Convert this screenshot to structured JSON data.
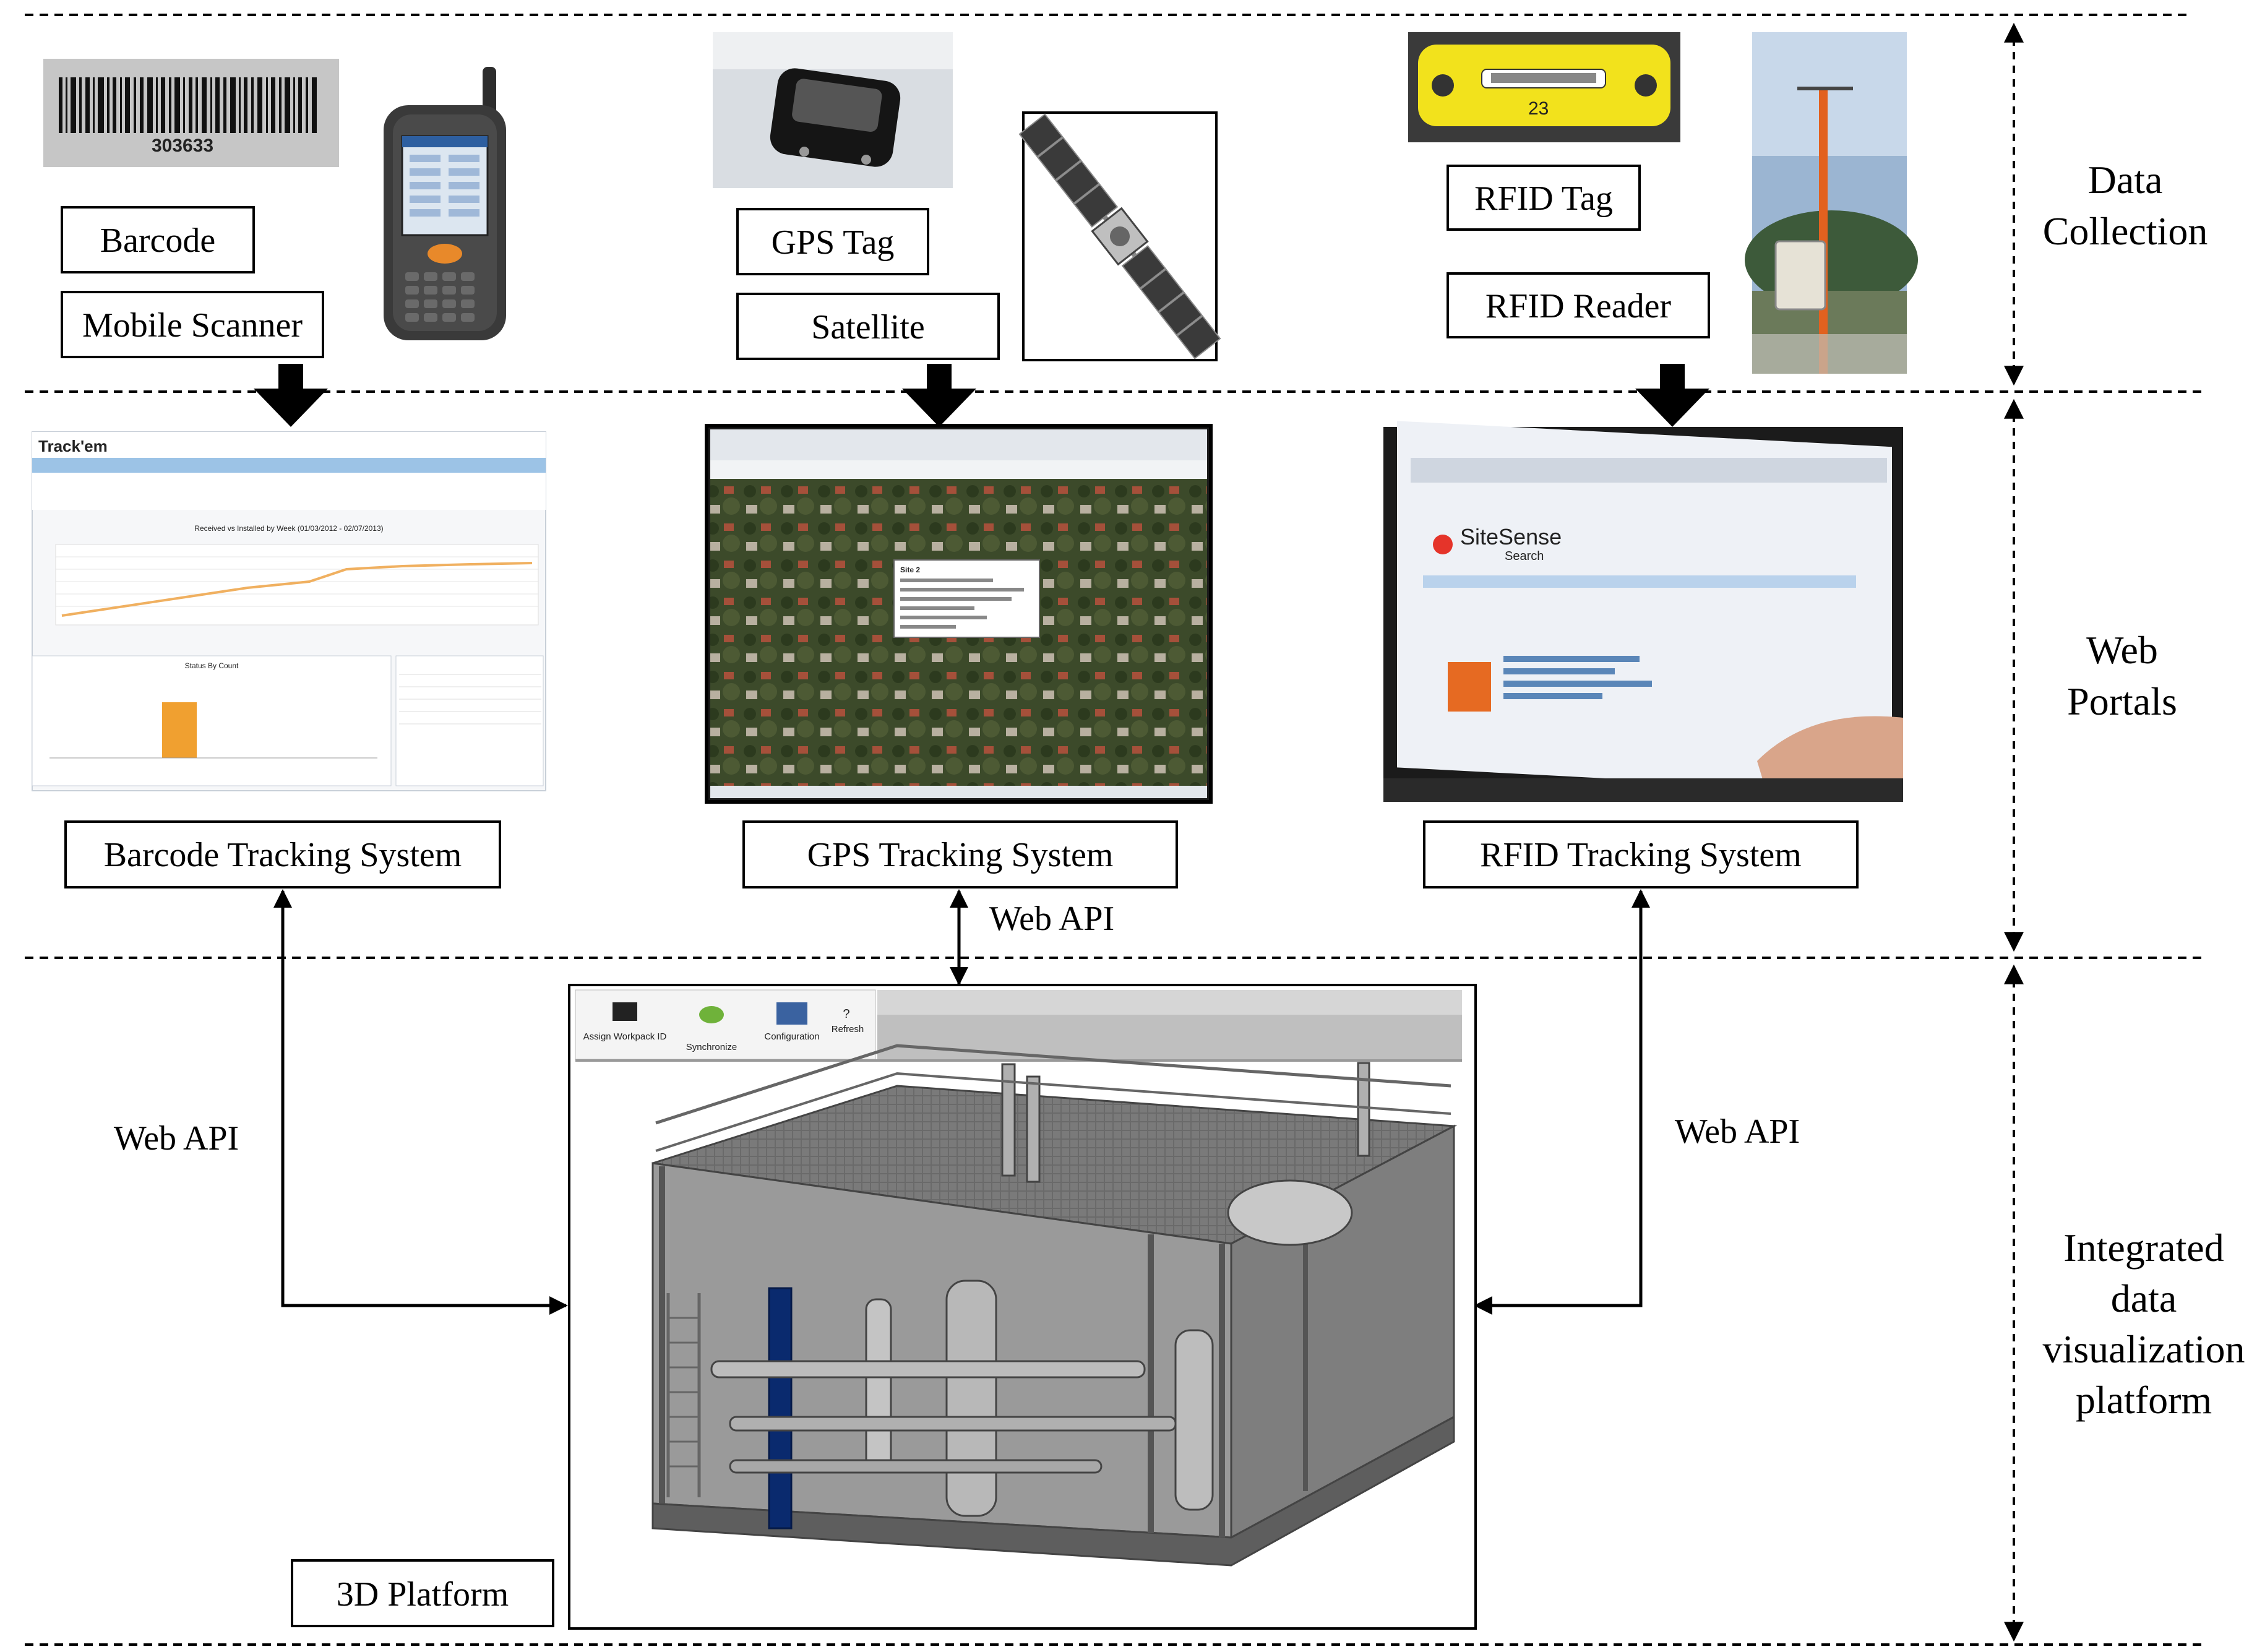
{
  "sections": {
    "data_collection": [
      "Data",
      "Collection"
    ],
    "web_portals": [
      "Web",
      "Portals"
    ],
    "integrated": [
      "Integrated",
      "data",
      "visualization",
      "platform"
    ]
  },
  "data_collection": {
    "barcode_label": "Barcode",
    "barcode_number": "303633",
    "mobile_scanner_label": "Mobile Scanner",
    "gps_tag_label": "GPS Tag",
    "satellite_label": "Satellite",
    "rfid_tag_label": "RFID Tag",
    "rfid_tag_number": "23",
    "rfid_reader_label": "RFID Reader"
  },
  "portals": {
    "barcode_system": "Barcode Tracking System",
    "gps_system": "GPS Tracking System",
    "rfid_system": "RFID Tracking System",
    "trackem_title": "Track'em",
    "trackem_chart_title": "Received vs Installed by Week (01/03/2012 - 02/07/2013)",
    "trackem_bar_title": "Status By Count",
    "gps_popup_title": "Site 2",
    "sitesense_brand": "SiteSense",
    "sitesense_sub": "Search"
  },
  "api": {
    "left": "Web API",
    "center": "Web API",
    "right": "Web API"
  },
  "platform": {
    "label": "3D Platform",
    "toolbar": [
      "Assign Workpack ID",
      "Synchronize",
      "Configuration",
      "Refresh"
    ]
  },
  "colors": {
    "divider": "#000000",
    "arrow": "#000000",
    "rfid_tag": "#f2e21c",
    "platform_gray": "#8a8a8a",
    "highlight_column": "#0a2a6e",
    "chart_line": "#f0b060",
    "chart_bar": "#f0a030"
  }
}
